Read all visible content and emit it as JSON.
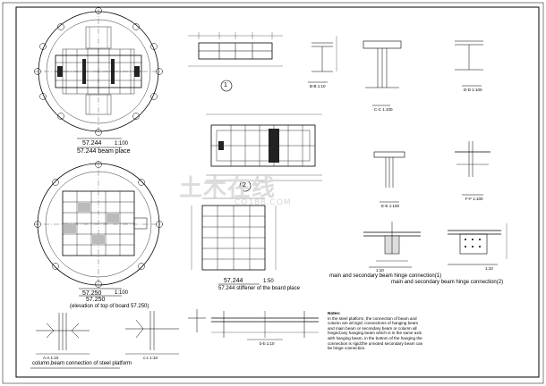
{
  "watermark": {
    "brand": "土木在线",
    "url": "CO188.COM"
  },
  "views": {
    "beam_place": {
      "title1": "57.244",
      "title2": "57.244 beam place",
      "scale": "1:100"
    },
    "top_board": {
      "title1": "57.250",
      "title2": "57.250",
      "sub": "(elevation of top of board 57.250)",
      "scale": "1:100"
    },
    "stiffener": {
      "title1": "57.244",
      "title2": "57.244 stiffener of the board place",
      "scale": "1:50"
    },
    "column_conn": {
      "title": "column,beam connection of steel platform"
    },
    "hinge1": {
      "title": "main and secondary beam hinge connection(1)",
      "scale": "1:10"
    },
    "hinge2": {
      "title": "main and secondary beam hinge connection(2)",
      "scale": "1:10"
    },
    "markers": {
      "one": "1",
      "two": "2"
    },
    "sections": [
      {
        "label": "B-B",
        "scale": "1:10"
      },
      {
        "label": "C-C",
        "scale": "1:100"
      },
      {
        "label": "D-D",
        "scale": "1:100"
      },
      {
        "label": "E-E",
        "scale": "1:100"
      },
      {
        "label": "F-F",
        "scale": "1:100"
      },
      {
        "label": "A-A",
        "scale": "1:10"
      },
      {
        "label": "b-b",
        "scale": "1:10"
      },
      {
        "label": "c-c",
        "scale": "1:10"
      }
    ]
  },
  "notes": {
    "heading": "Notes:",
    "body": "In the steel platform, the connection of beam and column are all rigid; connections of hanging beam and main beam or secondary beam or column all hinged;any hanging beam which is in the same axis with hanging beam, in the bottom of the hanging the connection is rigid;the unnoted secondary beam can be hinge connection."
  }
}
